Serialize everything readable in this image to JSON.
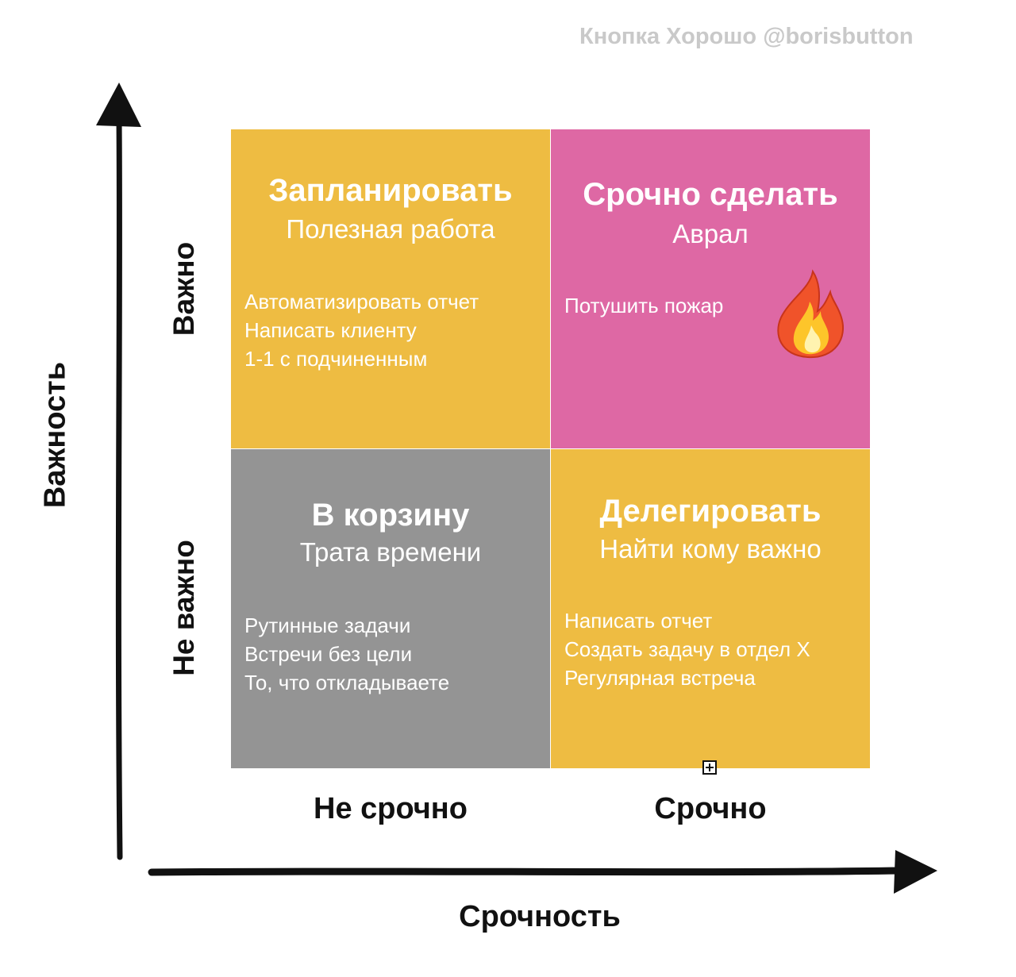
{
  "credit": "Кнопка Хорошо @borisbutton",
  "axes": {
    "y_label": "Важность",
    "x_label": "Срочность"
  },
  "rows": {
    "top": "Важно",
    "bottom": "Не важно"
  },
  "columns": {
    "left": "Не срочно",
    "right": "Срочно"
  },
  "quadrants": {
    "top_left": {
      "title": "Запланировать",
      "subtitle": "Полезная работа",
      "color": "#EEBC42",
      "items": [
        "Автоматизировать отчет",
        "Написать клиенту",
        "1-1 с подчиненным"
      ]
    },
    "top_right": {
      "title": "Срочно сделать",
      "subtitle": "Аврал",
      "color": "#DE68A4",
      "items": [
        "Потушить пожар"
      ],
      "icon": "fire-icon"
    },
    "bottom_left": {
      "title": "В корзину",
      "subtitle": "Трата времени",
      "color": "#949494",
      "items": [
        "Рутинные задачи",
        "Встречи без цели",
        "То, что откладываете"
      ]
    },
    "bottom_right": {
      "title": "Делегировать",
      "subtitle": "Найти кому важно",
      "color": "#EEBC42",
      "items": [
        "Написать отчет",
        "Создать задачу в отдел X",
        "Регулярная встреча"
      ]
    }
  },
  "colors": {
    "axis": "#111111",
    "credit": "#c9c9c9"
  }
}
